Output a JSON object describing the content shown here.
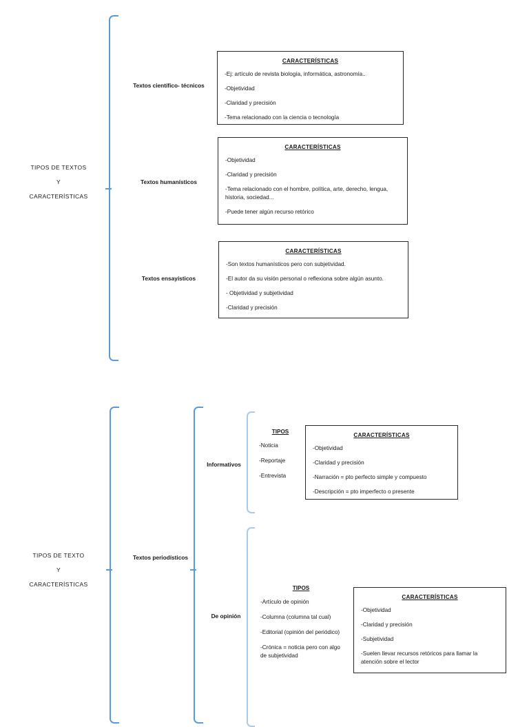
{
  "colors": {
    "bracket": "#5B9BD5",
    "bracket_light": "#A8CBEA",
    "box_border": "#262626",
    "text": "#1A1A1A",
    "background": "#FFFFFF"
  },
  "diagram_top": {
    "root": {
      "line1": "TIPOS DE TEXTOS",
      "line2": "Y",
      "line3": "CARACTERÍSTICAS"
    },
    "branches": [
      {
        "label": "Textos científico- técnicos",
        "box": {
          "title": "CARACTERÍSTICAS",
          "lines": [
            "-Ej: artículo de revista biología, informática, astronomía..",
            "-Objetividad",
            "-Claridad y precisión",
            "-Tema relacionado con la ciencia o tecnología"
          ]
        }
      },
      {
        "label": "Textos humanísticos",
        "box": {
          "title": "CARACTERÍSTICAS",
          "lines": [
            "-Objetividad",
            "-Claridad y precisión",
            "-Tema relacionado con el hombre, política, arte, derecho, lengua, historia, sociedad...",
            "-Puede tener algún recurso retórico"
          ]
        }
      },
      {
        "label": "Textos ensayísticos",
        "box": {
          "title": "CARACTERÍSTICAS",
          "lines": [
            "-Son textos humanísticos pero con subjetividad.",
            "-El autor da su visión personal o reflexiona sobre algún asunto.",
            "- Objetividad  y subjetividad",
            "-Claridad y precisión"
          ]
        }
      }
    ]
  },
  "diagram_bottom": {
    "root": {
      "line1": "TIPOS DE TEXTO",
      "line2": "Y",
      "line3": "CARACTERÍSTICAS"
    },
    "level1_label": "Textos periodísticos",
    "branches": [
      {
        "label": "Informativos",
        "tipos": {
          "title": "TIPOS",
          "items": [
            "-Noticia",
            "-Reportaje",
            "-Entrevista"
          ]
        },
        "box": {
          "title": "CARACTERÍSTICAS",
          "lines": [
            "-Objetividad",
            "-Claridad y precisión",
            "-Narración = pto perfecto simple y compuesto",
            "-Descripción = pto imperfecto o presente"
          ]
        }
      },
      {
        "label": "De opinión",
        "tipos": {
          "title": "TIPOS",
          "items": [
            "-Artículo de opinión",
            "-Columna (columna tal cual)",
            "-Editorial (opinión del periódico)",
            "-Crónica = noticia pero con algo de subjetividad"
          ]
        },
        "box": {
          "title": "CARACTERÍSTICAS",
          "lines": [
            "-Objetividad",
            "-Claridad y precisión",
            "-Subjetividad",
            "-Suelen llevar recursos retóricos para llamar la atención sobre el lector"
          ]
        }
      }
    ]
  }
}
